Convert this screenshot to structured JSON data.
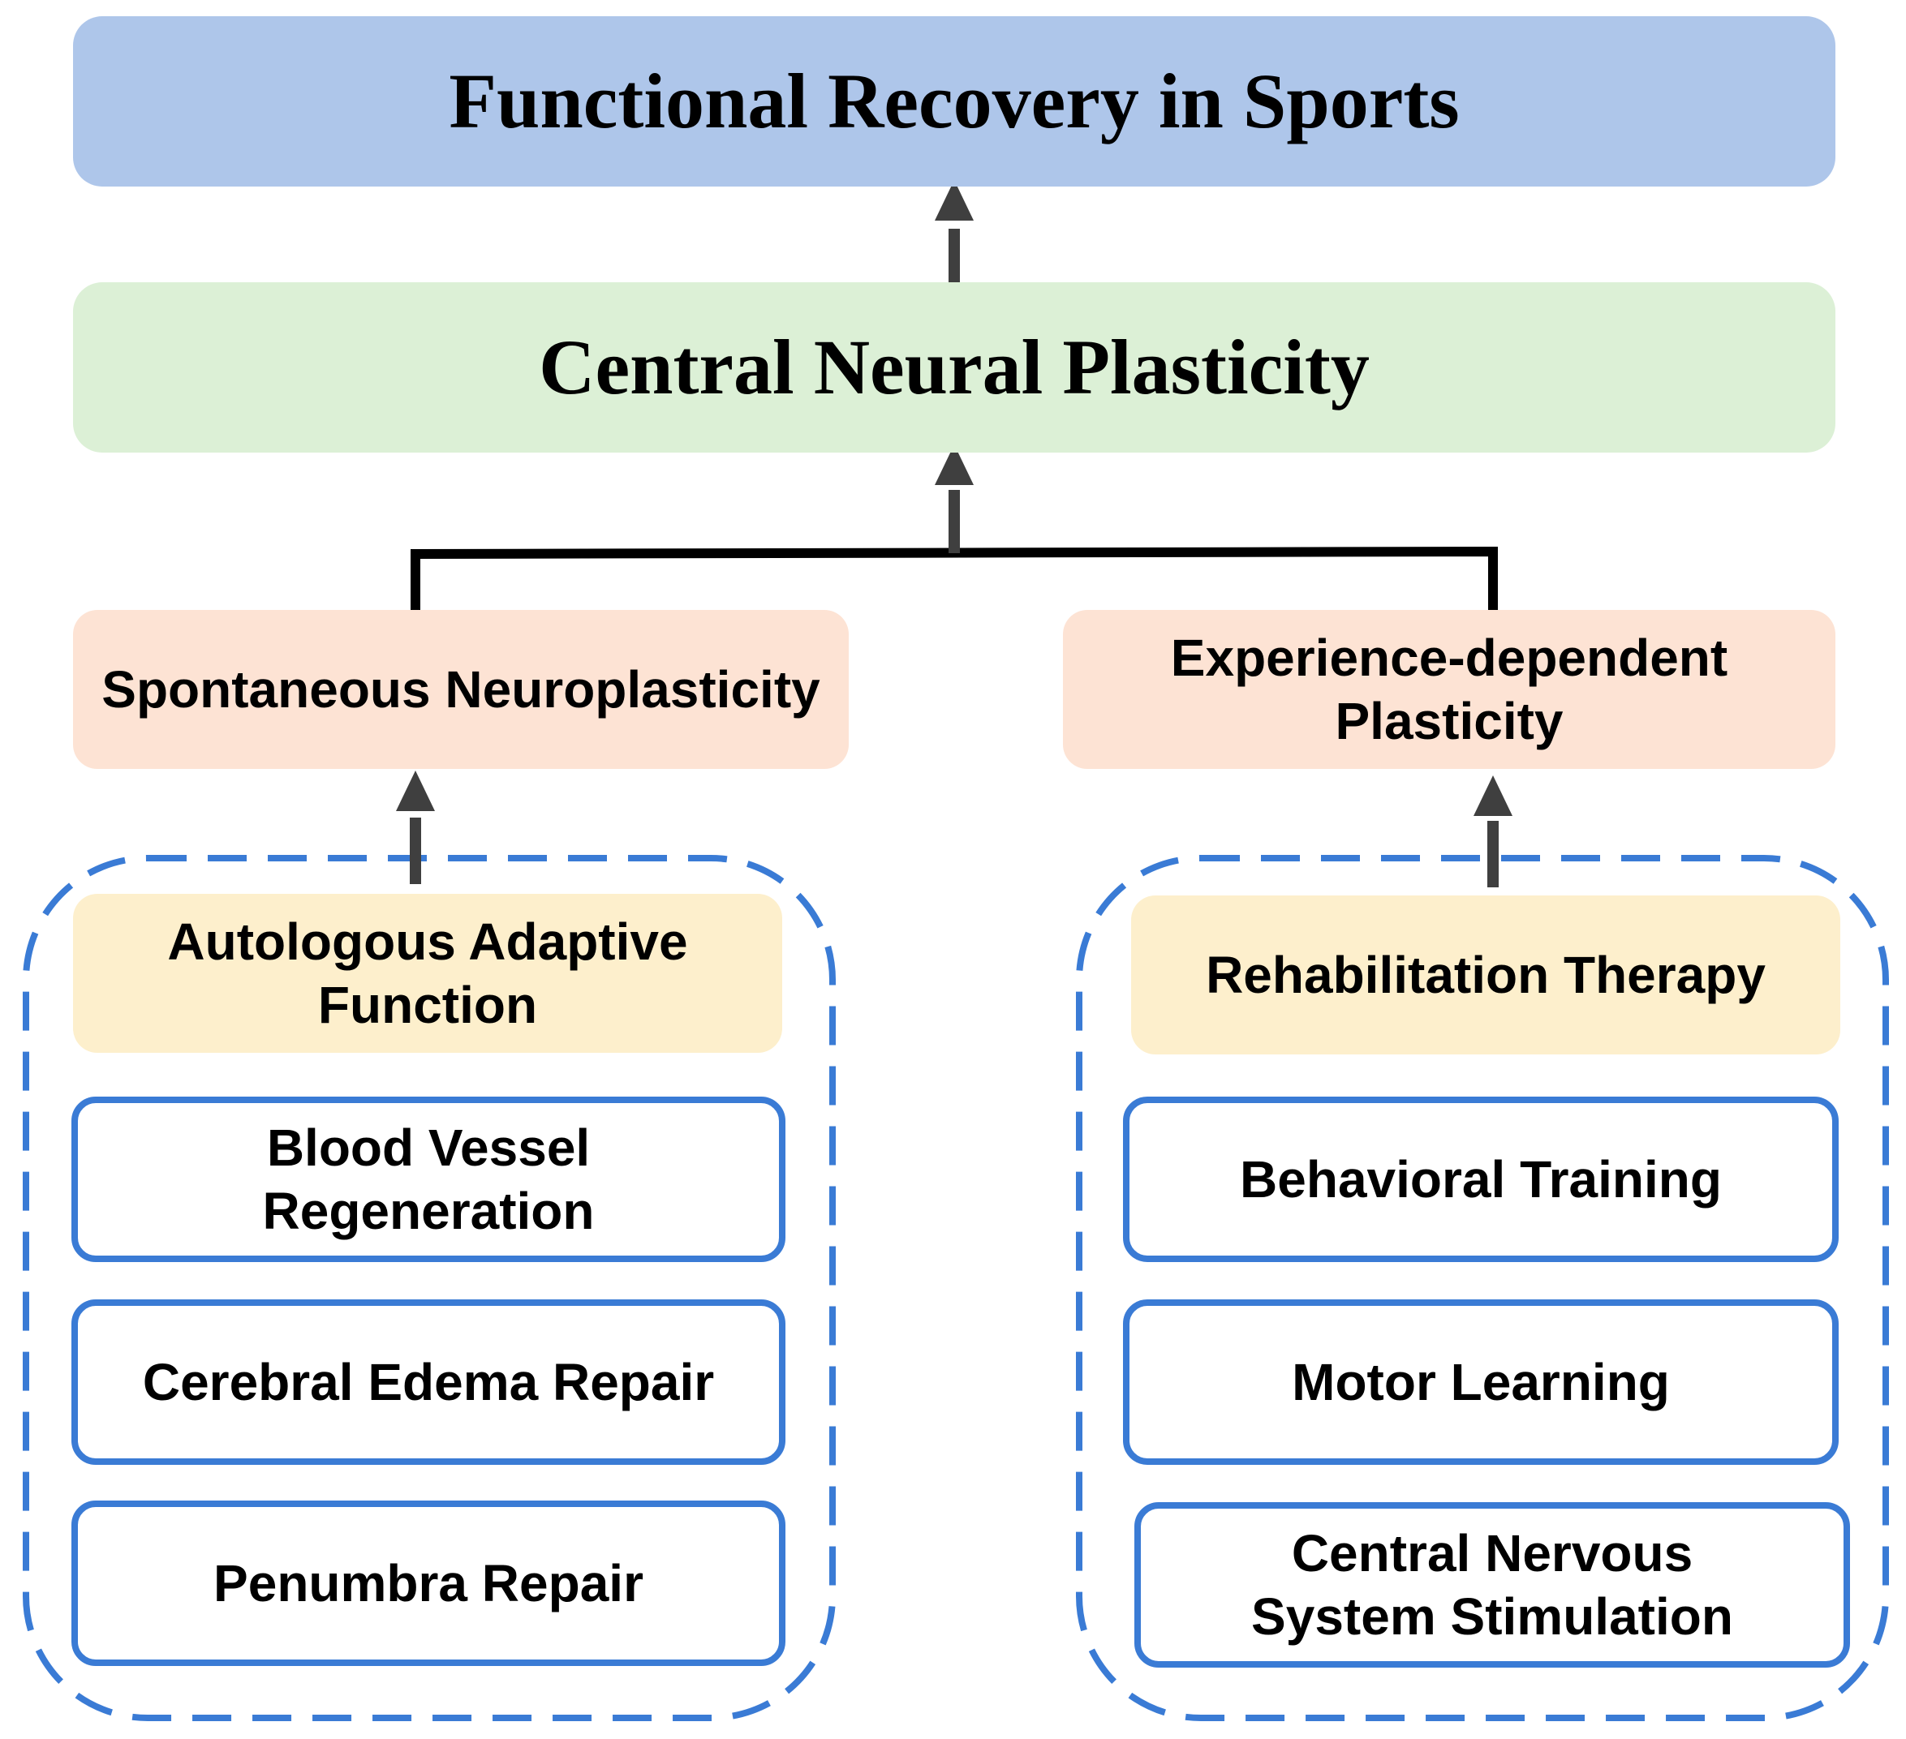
{
  "colors": {
    "top_box": "#aec6ea",
    "middle_box": "#dcf0d6",
    "category_box": "#fde3d4",
    "group_header_box": "#fdefcc",
    "item_border": "#3a7bd5",
    "dashed_group_border": "#3a7bd5",
    "arrow": "#3f3f3f",
    "connector": "#000000"
  },
  "top": {
    "title": "Functional Recovery in Sports"
  },
  "middle": {
    "title": "Central Neural Plasticity"
  },
  "categories": {
    "left": {
      "line1": "Spontaneous Neuroplasticity"
    },
    "right": {
      "line1": "Experience-dependent",
      "line2": "Plasticity"
    }
  },
  "left_group": {
    "header": {
      "line1": "Autologous Adaptive",
      "line2": "Function"
    },
    "items": [
      {
        "line1": "Blood Vessel",
        "line2": "Regeneration"
      },
      {
        "line1": "Cerebral Edema Repair"
      },
      {
        "line1": "Penumbra Repair"
      }
    ]
  },
  "right_group": {
    "header": {
      "line1": "Rehabilitation Therapy"
    },
    "items": [
      {
        "line1": "Behavioral Training"
      },
      {
        "line1": "Motor Learning"
      },
      {
        "line1": "Central Nervous",
        "line2": "System Stimulation"
      }
    ]
  }
}
